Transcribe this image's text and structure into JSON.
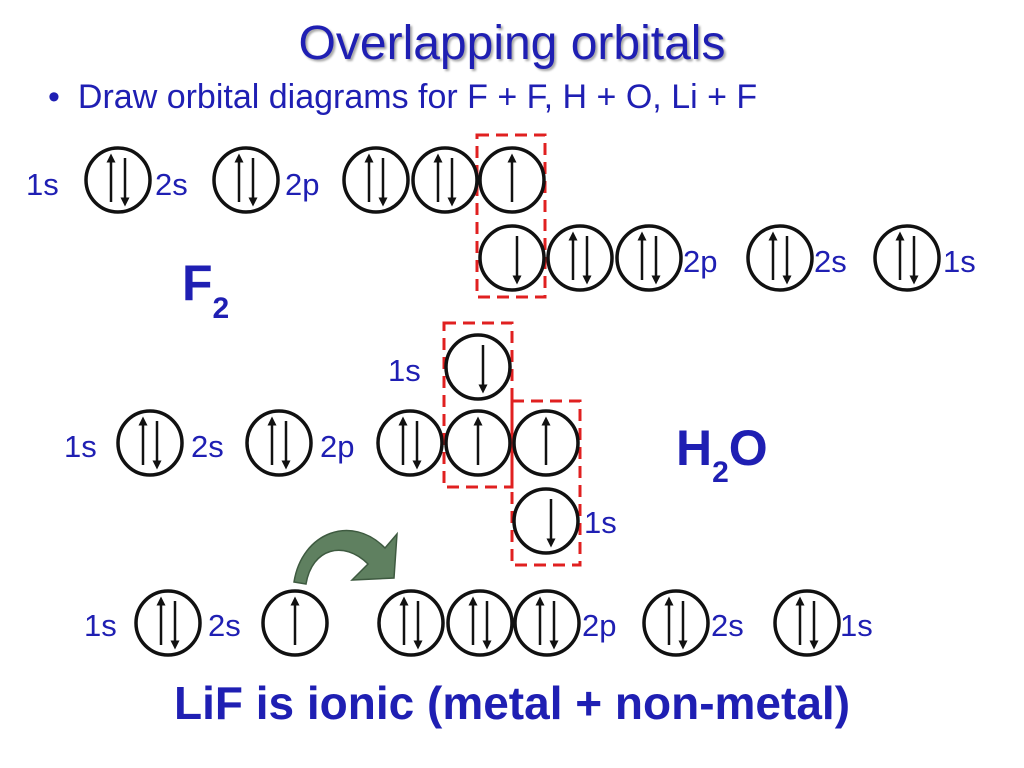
{
  "title": "Overlapping orbitals",
  "bullet": {
    "marker": "•",
    "text": "Draw orbital diagrams for F + F, H + O, Li + F"
  },
  "labels": {
    "s1": "1s",
    "s2": "2s",
    "p2": "2p"
  },
  "molecules": {
    "f2": {
      "main": "F",
      "sub": "2"
    },
    "h2o": {
      "h": "H",
      "sub": "2",
      "o": "O"
    }
  },
  "orbital_rows": {
    "fluorine_a": [
      "paired",
      "paired",
      "paired",
      "paired",
      "up"
    ],
    "fluorine_b": [
      "down",
      "paired",
      "paired",
      "paired",
      "paired"
    ],
    "hydrogen_a": [
      "down"
    ],
    "oxygen": [
      "paired",
      "paired",
      "paired",
      "up",
      "up"
    ],
    "hydrogen_b": [
      "down"
    ],
    "lithium": [
      "paired",
      "up"
    ],
    "fluorine_c": [
      "paired",
      "paired",
      "paired",
      "paired",
      "paired"
    ]
  },
  "colors": {
    "text": "#1f1fb3",
    "highlight_box": "#e02020",
    "transfer_arrow": "#5f8060"
  },
  "conclusion": "LiF is ionic (metal + non-metal)"
}
